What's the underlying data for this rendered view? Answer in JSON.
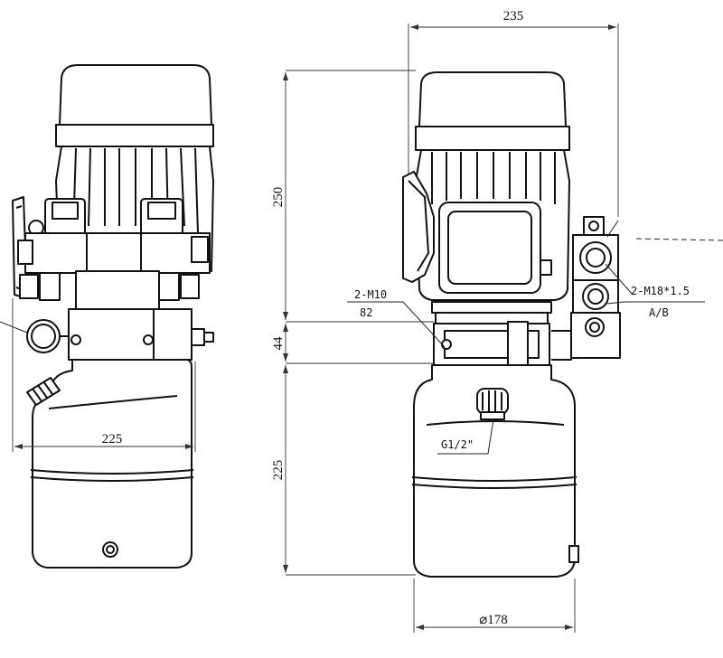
{
  "dimensions": {
    "top_width": "235",
    "motor_height": "250",
    "block_height": "44",
    "tank_height": "225",
    "left_width": "225",
    "tank_diameter": "⌀178"
  },
  "labels": {
    "mount_bolts": "2-M10",
    "mount_spacing": "82",
    "port_thread": "2-M18*1.5",
    "port_names": "A/B",
    "filler_thread": "G1/2\""
  }
}
